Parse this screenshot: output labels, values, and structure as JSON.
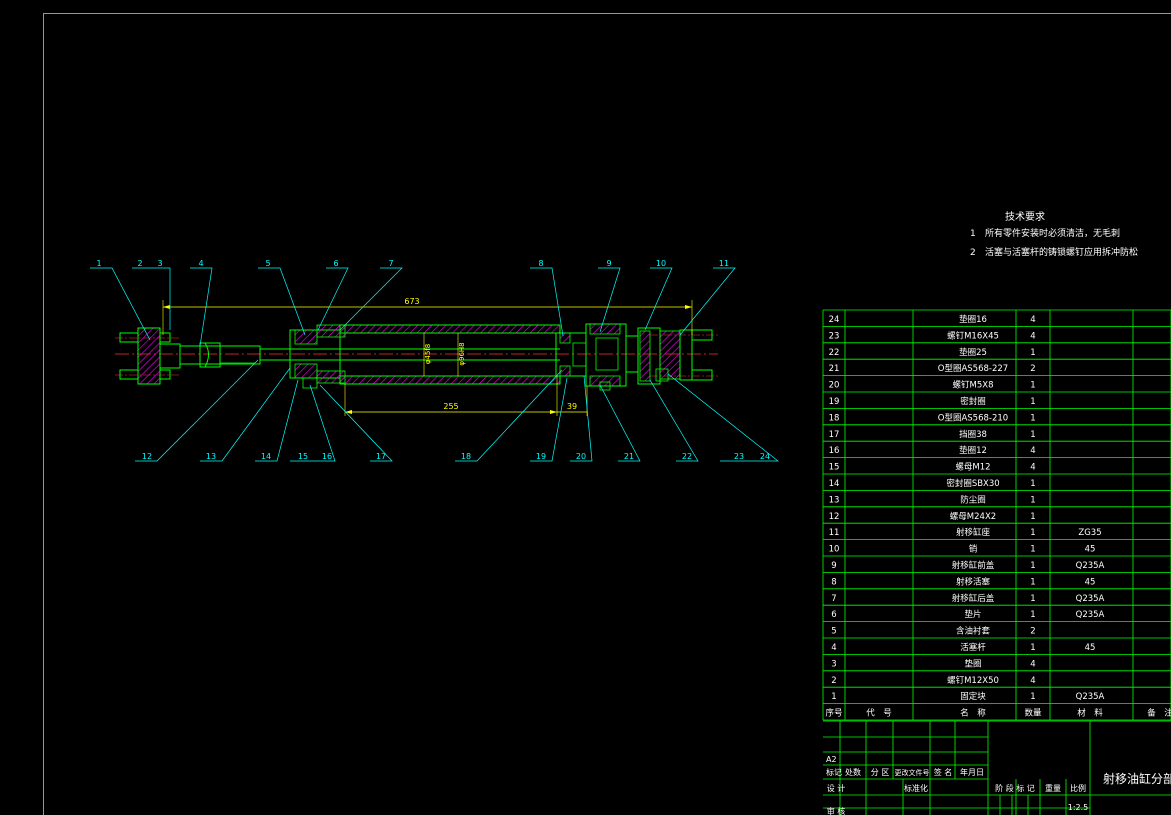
{
  "drawing": {
    "tech_requirements": {
      "heading": "技术要求",
      "items": [
        {
          "num": "1",
          "text": "所有零件安装时必须清洁，无毛刺"
        },
        {
          "num": "2",
          "text": "活塞与活塞杆的铸锁螺钉应用拆冲防松"
        }
      ]
    },
    "dimensions": {
      "overall": "673",
      "stroke": "255",
      "small": "39",
      "bore": "φ96H8",
      "rod": "φ45f8"
    },
    "balloons_top": [
      "1",
      "2",
      "3",
      "4",
      "5",
      "6",
      "7",
      "8",
      "9",
      "10",
      "11"
    ],
    "balloons_bottom": [
      "12",
      "13",
      "14",
      "15",
      "16",
      "17",
      "18",
      "19",
      "20",
      "21",
      "22",
      "23",
      "24"
    ],
    "bom": {
      "rows": [
        {
          "no": "24",
          "name": "垫圈16",
          "qty": "4",
          "material": ""
        },
        {
          "no": "23",
          "name": "螺钉M16X45",
          "qty": "4",
          "material": ""
        },
        {
          "no": "22",
          "name": "垫圈25",
          "qty": "1",
          "material": ""
        },
        {
          "no": "21",
          "name": "O型圈AS568-227",
          "qty": "2",
          "material": ""
        },
        {
          "no": "20",
          "name": "螺钉M5X8",
          "qty": "1",
          "material": ""
        },
        {
          "no": "19",
          "name": "密封圈",
          "qty": "1",
          "material": ""
        },
        {
          "no": "18",
          "name": "O型圈AS568-210",
          "qty": "1",
          "material": ""
        },
        {
          "no": "17",
          "name": "挡圈38",
          "qty": "1",
          "material": ""
        },
        {
          "no": "16",
          "name": "垫圈12",
          "qty": "4",
          "material": ""
        },
        {
          "no": "15",
          "name": "螺母M12",
          "qty": "4",
          "material": ""
        },
        {
          "no": "14",
          "name": "密封圈SBX30",
          "qty": "1",
          "material": ""
        },
        {
          "no": "13",
          "name": "防尘圈",
          "qty": "1",
          "material": ""
        },
        {
          "no": "12",
          "name": "螺母M24X2",
          "qty": "1",
          "material": ""
        },
        {
          "no": "11",
          "name": "射移缸座",
          "qty": "1",
          "material": "ZG35"
        },
        {
          "no": "10",
          "name": "销",
          "qty": "1",
          "material": "45"
        },
        {
          "no": "9",
          "name": "射移缸前盖",
          "qty": "1",
          "material": "Q235A"
        },
        {
          "no": "8",
          "name": "射移活塞",
          "qty": "1",
          "material": "45"
        },
        {
          "no": "7",
          "name": "射移缸后盖",
          "qty": "1",
          "material": "Q235A"
        },
        {
          "no": "6",
          "name": "垫片",
          "qty": "1",
          "material": "Q235A"
        },
        {
          "no": "5",
          "name": "含油衬套",
          "qty": "2",
          "material": ""
        },
        {
          "no": "4",
          "name": "活塞杆",
          "qty": "1",
          "material": "45"
        },
        {
          "no": "3",
          "name": "垫圈",
          "qty": "4",
          "material": ""
        },
        {
          "no": "2",
          "name": "螺钉M12X50",
          "qty": "4",
          "material": ""
        },
        {
          "no": "1",
          "name": "固定块",
          "qty": "1",
          "material": "Q235A"
        }
      ],
      "header": {
        "no": "序号",
        "code": "代　号",
        "name": "名　称",
        "qty": "数量",
        "material": "材　料",
        "remark": "备　注"
      }
    },
    "title_block": {
      "revision_mark": "A2",
      "labels_row1": [
        "标记",
        "处数",
        "分 区",
        "更改文件号",
        "签 名",
        "年月日"
      ],
      "design": "设 计",
      "standardization": "标准化",
      "review": "审 核",
      "stage_labels": [
        "阶 段 标 记",
        "重量",
        "比例"
      ],
      "scale": "1:2.5",
      "title": "射移油缸分部"
    }
  },
  "colors": {
    "background": "#000000",
    "frame": "#00ff00",
    "outline": "#00ff00",
    "hatch": "#ff00ff",
    "center": "#ff3030",
    "dim": "#ffff00",
    "leader": "#00ffff",
    "text": "#ffffff",
    "table_line": "#00ff00"
  }
}
